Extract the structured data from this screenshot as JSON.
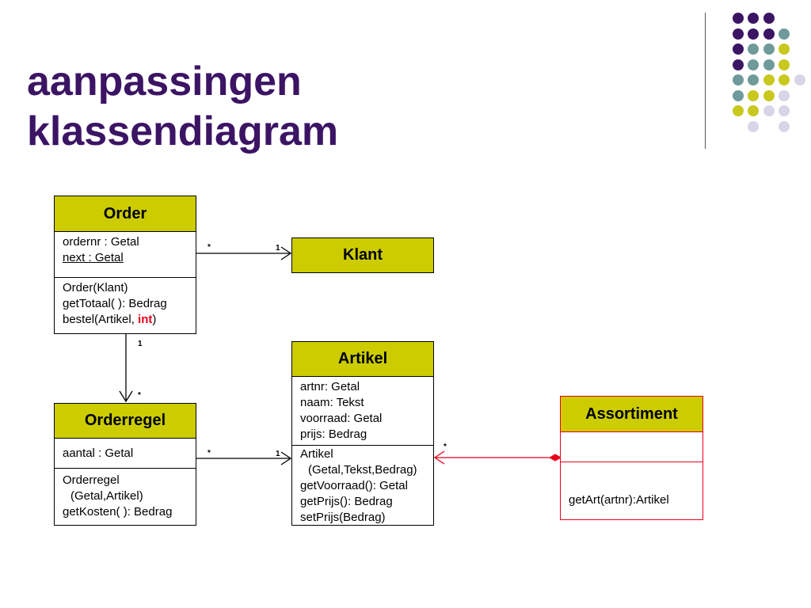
{
  "slide": {
    "title_line1": "aanpassingen",
    "title_line2": "klassendiagram"
  },
  "classes": {
    "order": {
      "name": "Order",
      "attributes": [
        "ordernr : Getal",
        "next : Getal"
      ],
      "operations": [
        "Order(Klant)",
        "getTotaal( ): Bedrag",
        "bestel(Artikel, ",
        "int",
        ")"
      ]
    },
    "klant": {
      "name": "Klant"
    },
    "artikel": {
      "name": "Artikel",
      "attributes": [
        "artnr: Getal",
        "naam: Tekst",
        "voorraad: Getal",
        "prijs: Bedrag"
      ],
      "operations": [
        "Artikel",
        "(Getal,Tekst,Bedrag)",
        "getVoorraad(): Getal",
        "getPrijs(): Bedrag",
        "setPrijs(Bedrag)"
      ]
    },
    "orderregel": {
      "name": "Orderregel",
      "attributes": [
        "aantal : Getal"
      ],
      "operations": [
        "Orderregel",
        "(Getal,Artikel)",
        "getKosten( ): Bedrag"
      ]
    },
    "assortiment": {
      "name": "Assortiment",
      "operations": [
        "getArt(artnr):Artikel"
      ]
    }
  },
  "multiplicities": {
    "order_klant_from": "*",
    "order_klant_to": "1",
    "order_orderregel_from": "1",
    "order_orderregel_to": "*",
    "orderregel_artikel_from": "*",
    "orderregel_artikel_to": "1",
    "assortiment_artikel_to": "*"
  },
  "colors": {
    "title": "#3c1464",
    "class_header": "#cccc00",
    "highlight_red": "#e8001c",
    "dot_purple": "#3c1464",
    "dot_teal": "#6f9a9a",
    "dot_yellow": "#c8c81e",
    "dot_lavender": "#d6d6e8"
  }
}
